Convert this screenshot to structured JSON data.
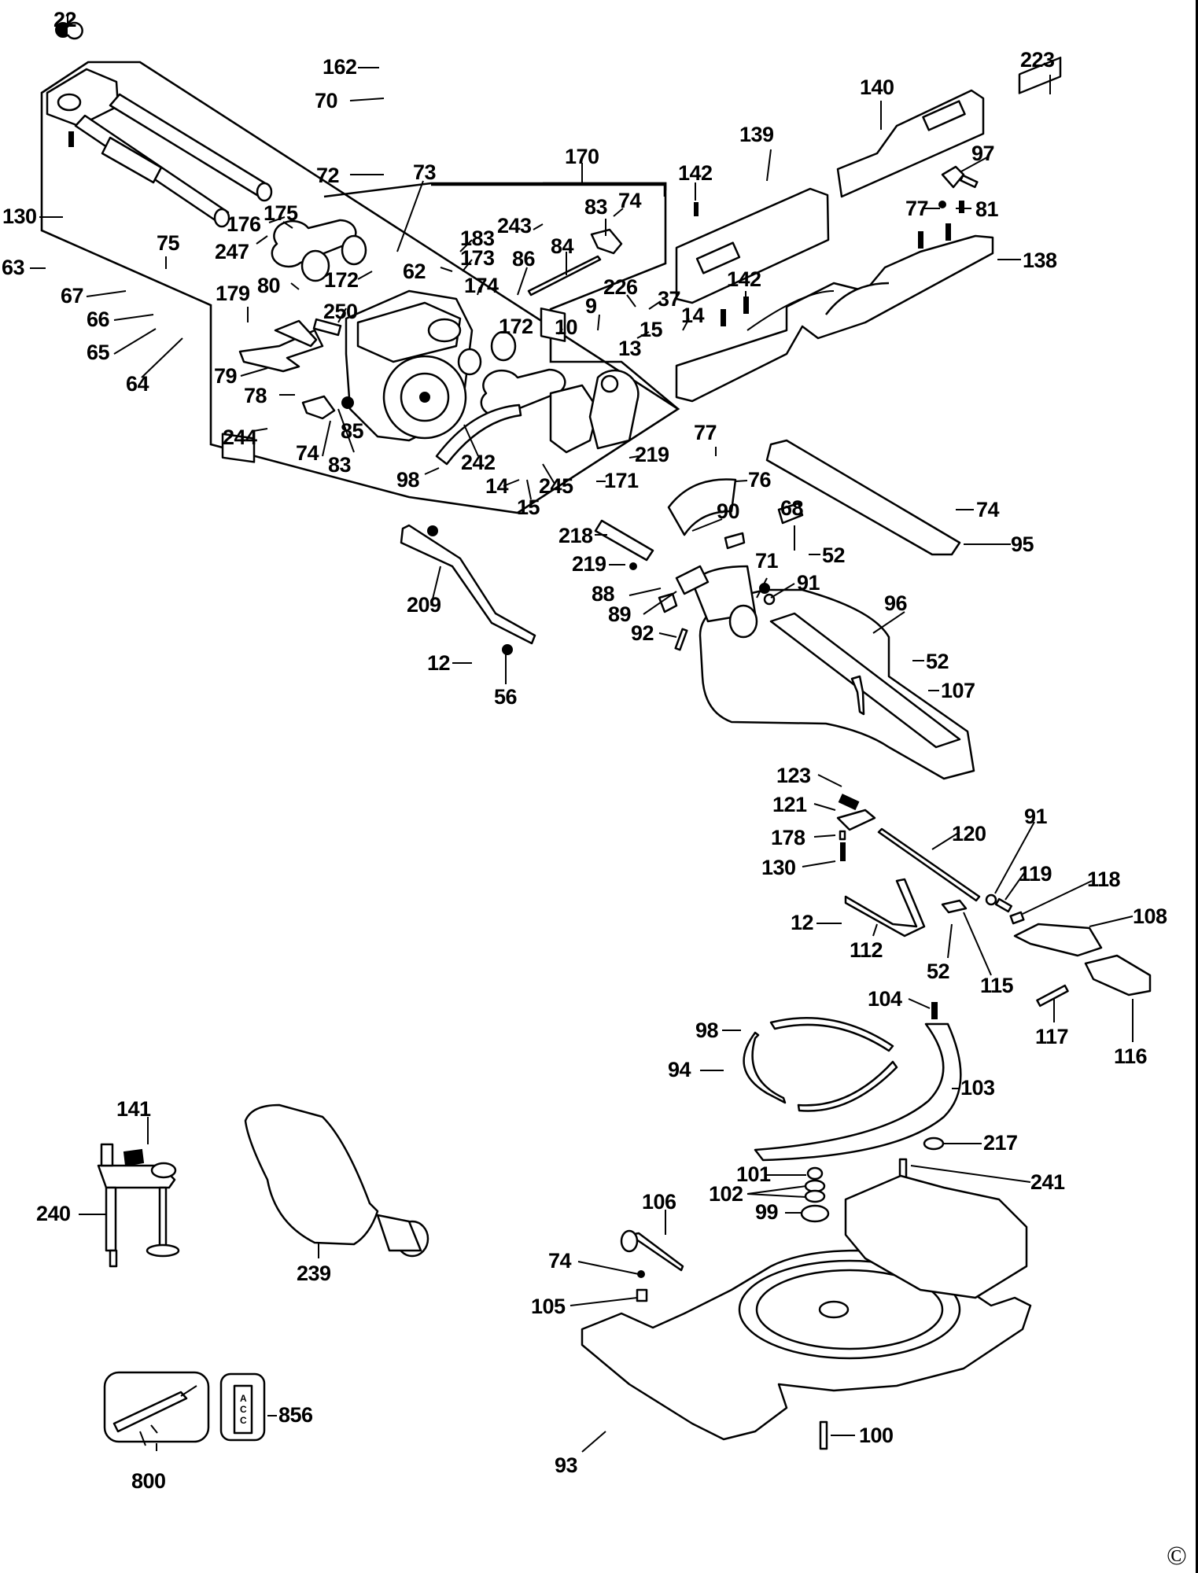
{
  "diagram": {
    "title": "Mitre Saw Exploded Parts Diagram",
    "copyright_symbol": "©",
    "labels": [
      {
        "id": "22",
        "text": "22"
      },
      {
        "id": "162",
        "text": "162"
      },
      {
        "id": "70",
        "text": "70"
      },
      {
        "id": "72",
        "text": "72"
      },
      {
        "id": "73",
        "text": "73"
      },
      {
        "id": "130a",
        "text": "130"
      },
      {
        "id": "176",
        "text": "176"
      },
      {
        "id": "175",
        "text": "175"
      },
      {
        "id": "247",
        "text": "247"
      },
      {
        "id": "63",
        "text": "63"
      },
      {
        "id": "75",
        "text": "75"
      },
      {
        "id": "67",
        "text": "67"
      },
      {
        "id": "66",
        "text": "66"
      },
      {
        "id": "65",
        "text": "65"
      },
      {
        "id": "64",
        "text": "64"
      },
      {
        "id": "172a",
        "text": "172"
      },
      {
        "id": "179",
        "text": "179"
      },
      {
        "id": "80",
        "text": "80"
      },
      {
        "id": "250",
        "text": "250"
      },
      {
        "id": "79",
        "text": "79"
      },
      {
        "id": "78",
        "text": "78"
      },
      {
        "id": "244",
        "text": "244"
      },
      {
        "id": "74a",
        "text": "74"
      },
      {
        "id": "83a",
        "text": "83"
      },
      {
        "id": "85",
        "text": "85"
      },
      {
        "id": "98a",
        "text": "98"
      },
      {
        "id": "242",
        "text": "242"
      },
      {
        "id": "62",
        "text": "62"
      },
      {
        "id": "183",
        "text": "183"
      },
      {
        "id": "173",
        "text": "173"
      },
      {
        "id": "174",
        "text": "174"
      },
      {
        "id": "86",
        "text": "86"
      },
      {
        "id": "172b",
        "text": "172"
      },
      {
        "id": "170",
        "text": "170"
      },
      {
        "id": "243",
        "text": "243"
      },
      {
        "id": "83b",
        "text": "83"
      },
      {
        "id": "74b",
        "text": "74"
      },
      {
        "id": "84",
        "text": "84"
      },
      {
        "id": "226",
        "text": "226"
      },
      {
        "id": "37",
        "text": "37"
      },
      {
        "id": "9",
        "text": "9"
      },
      {
        "id": "10",
        "text": "10"
      },
      {
        "id": "15a",
        "text": "15"
      },
      {
        "id": "14a",
        "text": "14"
      },
      {
        "id": "13",
        "text": "13"
      },
      {
        "id": "14b",
        "text": "14"
      },
      {
        "id": "15b",
        "text": "15"
      },
      {
        "id": "245",
        "text": "245"
      },
      {
        "id": "171",
        "text": "171"
      },
      {
        "id": "219a",
        "text": "219"
      },
      {
        "id": "142a",
        "text": "142"
      },
      {
        "id": "139",
        "text": "139"
      },
      {
        "id": "140",
        "text": "140"
      },
      {
        "id": "223",
        "text": "223"
      },
      {
        "id": "97",
        "text": "97"
      },
      {
        "id": "77a",
        "text": "77"
      },
      {
        "id": "81",
        "text": "81"
      },
      {
        "id": "138",
        "text": "138"
      },
      {
        "id": "142b",
        "text": "142"
      },
      {
        "id": "77b",
        "text": "77"
      },
      {
        "id": "76",
        "text": "76"
      },
      {
        "id": "74c",
        "text": "74"
      },
      {
        "id": "95",
        "text": "95"
      },
      {
        "id": "90",
        "text": "90"
      },
      {
        "id": "218",
        "text": "218"
      },
      {
        "id": "68",
        "text": "68"
      },
      {
        "id": "52a",
        "text": "52"
      },
      {
        "id": "219b",
        "text": "219"
      },
      {
        "id": "71",
        "text": "71"
      },
      {
        "id": "91a",
        "text": "91"
      },
      {
        "id": "88",
        "text": "88"
      },
      {
        "id": "89",
        "text": "89"
      },
      {
        "id": "96",
        "text": "96"
      },
      {
        "id": "92",
        "text": "92"
      },
      {
        "id": "209",
        "text": "209"
      },
      {
        "id": "12a",
        "text": "12"
      },
      {
        "id": "56",
        "text": "56"
      },
      {
        "id": "52b",
        "text": "52"
      },
      {
        "id": "107",
        "text": "107"
      },
      {
        "id": "123",
        "text": "123"
      },
      {
        "id": "121",
        "text": "121"
      },
      {
        "id": "178",
        "text": "178"
      },
      {
        "id": "130b",
        "text": "130"
      },
      {
        "id": "120",
        "text": "120"
      },
      {
        "id": "91b",
        "text": "91"
      },
      {
        "id": "119",
        "text": "119"
      },
      {
        "id": "118",
        "text": "118"
      },
      {
        "id": "108",
        "text": "108"
      },
      {
        "id": "12b",
        "text": "12"
      },
      {
        "id": "112",
        "text": "112"
      },
      {
        "id": "52c",
        "text": "52"
      },
      {
        "id": "115",
        "text": "115"
      },
      {
        "id": "104",
        "text": "104"
      },
      {
        "id": "117",
        "text": "117"
      },
      {
        "id": "116",
        "text": "116"
      },
      {
        "id": "98b",
        "text": "98"
      },
      {
        "id": "94",
        "text": "94"
      },
      {
        "id": "103",
        "text": "103"
      },
      {
        "id": "217",
        "text": "217"
      },
      {
        "id": "101",
        "text": "101"
      },
      {
        "id": "241",
        "text": "241"
      },
      {
        "id": "102",
        "text": "102"
      },
      {
        "id": "99",
        "text": "99"
      },
      {
        "id": "106",
        "text": "106"
      },
      {
        "id": "74d",
        "text": "74"
      },
      {
        "id": "105",
        "text": "105"
      },
      {
        "id": "93",
        "text": "93"
      },
      {
        "id": "100",
        "text": "100"
      },
      {
        "id": "141",
        "text": "141"
      },
      {
        "id": "240",
        "text": "240"
      },
      {
        "id": "239",
        "text": "239"
      },
      {
        "id": "800",
        "text": "800"
      },
      {
        "id": "856",
        "text": "856"
      }
    ],
    "icon_856_letters": [
      "A",
      "C",
      "C"
    ]
  }
}
